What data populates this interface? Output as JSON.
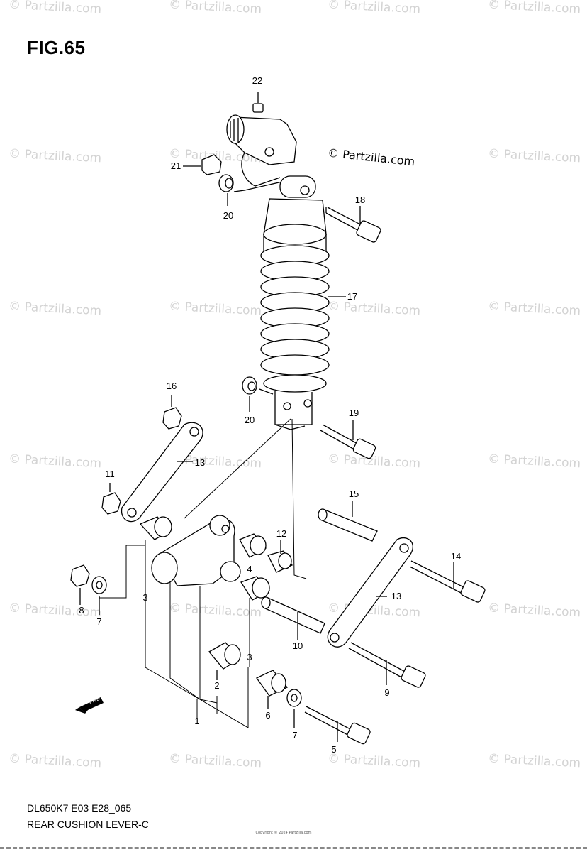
{
  "figure": {
    "title": "FIG.65",
    "code": "DL650K7 E03 E28_065",
    "name": "REAR CUSHION LEVER-C"
  },
  "watermark": {
    "text": "© Partzilla.com",
    "copyright_mark": "© Partzilla.com"
  },
  "fwd_marker": {
    "label": "FWD"
  },
  "callouts": [
    "22",
    "21",
    "20",
    "18",
    "17",
    "16",
    "20",
    "19",
    "13",
    "11",
    "15",
    "12",
    "4",
    "14",
    "8",
    "7",
    "3",
    "13",
    "3",
    "10",
    "2",
    "9",
    "1",
    "6",
    "7",
    "5"
  ],
  "footer_small": "Copyright © 2024 Partzilla.com"
}
